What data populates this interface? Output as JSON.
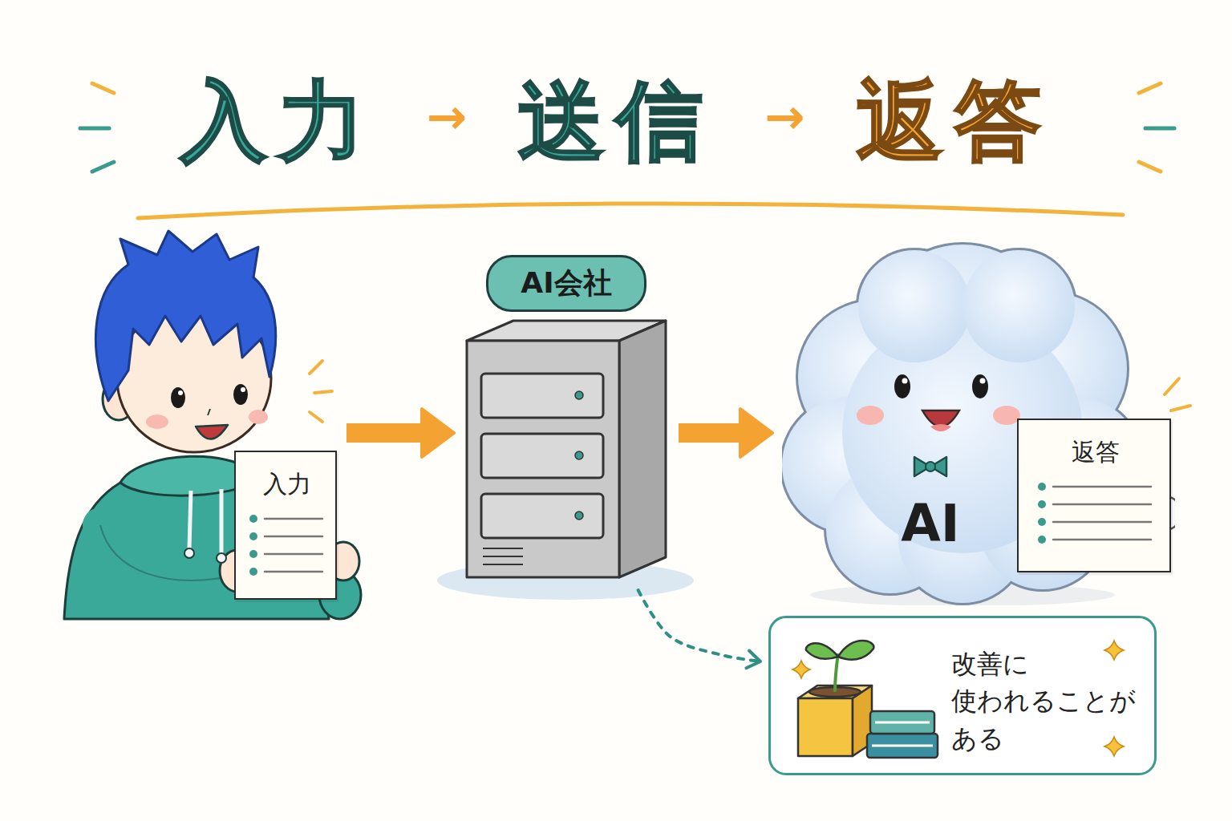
{
  "diagram": {
    "title": "入力 → 送信 → 返答",
    "nodes": [
      {
        "text": [
          "入力"
        ]
      },
      {
        "text": [
          "AI会社"
        ]
      },
      {
        "text": [
          "AI"
        ]
      },
      {
        "text": [
          "返答"
        ]
      },
      {
        "text": [
          "改善に 使われることが ある"
        ]
      }
    ],
    "edges": [
      {
        "from": 0,
        "to": 1,
        "arrow": "to"
      },
      {
        "from": 1,
        "to": 2,
        "arrow": "to"
      },
      {
        "from": 1,
        "to": 4,
        "arrow": "to"
      }
    ]
  }
}
